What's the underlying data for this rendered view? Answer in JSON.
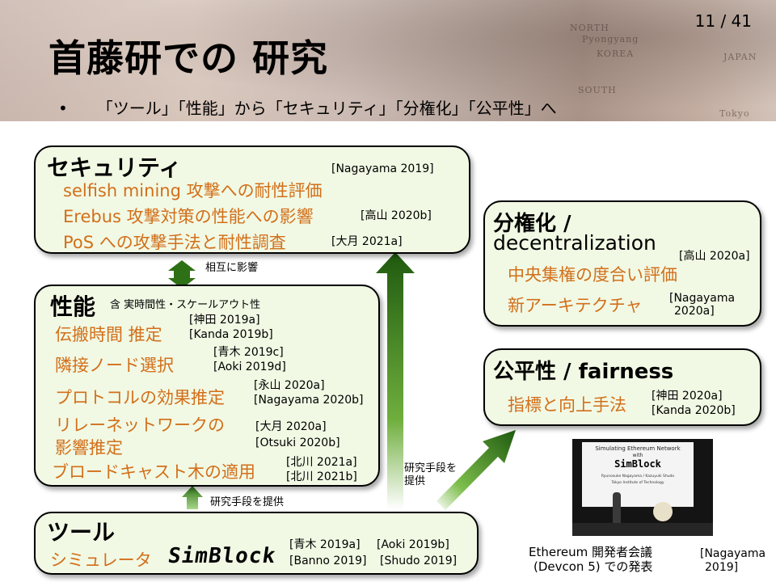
{
  "slide": {
    "page_number": "11 / 41",
    "title": "首藤研での 研究",
    "bullet": "「ツール」「性能」から「セキュリティ」「分権化」「公平性」へ"
  },
  "background_map_labels": [
    "NORTH",
    "Pyongyang",
    "KOREA",
    "JAPAN",
    "SOUTH",
    "Tokyo"
  ],
  "security": {
    "title": "セキュリティ",
    "ref_main": "[Nagayama 2019]",
    "items": [
      {
        "text": "selfish mining 攻撃への耐性評価",
        "ref": ""
      },
      {
        "text": "Erebus 攻撃対策の性能への影響",
        "ref": "[高山 2020b]"
      },
      {
        "text": "PoS への攻撃手法と耐性調査",
        "ref": "[大月 2021a]"
      }
    ]
  },
  "mutual_label": "相互に影響",
  "performance": {
    "title": "性能",
    "subtitle": "含 実時間性・スケールアウト性",
    "items": [
      {
        "line1": "伝搬時間 推定",
        "line2": "",
        "ref1": "[神田 2019a]",
        "ref2": "[Kanda 2019b]"
      },
      {
        "line1": "隣接ノード選択",
        "line2": "",
        "ref1": "[青木 2019c]",
        "ref2": "[Aoki 2019d]"
      },
      {
        "line1": "プロトコルの効果推定",
        "line2": "",
        "ref1": "[永山 2020a]",
        "ref2": "[Nagayama 2020b]"
      },
      {
        "line1": "リレーネットワークの",
        "line2": "影響推定",
        "ref1": "[大月 2020a]",
        "ref2": "[Otsuki 2020b]"
      },
      {
        "line1": "ブロードキャスト木の適用",
        "line2": "",
        "ref1": "[北川 2021a]",
        "ref2": "[北川 2021b]"
      }
    ]
  },
  "tool_label_left": "研究手段を提供",
  "tool_label_right_line1": "研究手段を",
  "tool_label_right_line2": "提供",
  "tools": {
    "title": "ツール",
    "item": "シミュレータ",
    "logo": "SimBlock",
    "refs": [
      "[青木 2019a]",
      "[Aoki 2019b]",
      "[Banno 2019]",
      "[Shudo 2019]"
    ]
  },
  "decentralization": {
    "title_line1": "分権化 /",
    "title_line2": "decentralization",
    "ref_main": "[高山 2020a]",
    "items": [
      {
        "text": "中央集権の度合い評価",
        "ref1": "",
        "ref2": ""
      },
      {
        "text": "新アーキテクチャ",
        "ref1": "[Nagayama",
        "ref2": "2020a]"
      }
    ]
  },
  "fairness": {
    "title": "公平性 / fairness",
    "item": "指標と向上手法",
    "ref1": "[神田 2020a]",
    "ref2": "[Kanda 2020b]"
  },
  "photo": {
    "screen_line1": "Simulating Ethereum Network",
    "screen_line2": "with",
    "screen_logo": "SimBlock",
    "screen_names": "Ryunosuke Nagayama / Kazuyuki Shudo",
    "screen_affil": "Tokyo Institute of Technology",
    "caption_line1": "Ethereum 開発者会議",
    "caption_line2": "(Devcon 5) での発表",
    "ref1": "[Nagayama",
    "ref2": "2019]"
  },
  "colors": {
    "box_fill": "#f1f9e4",
    "accent_orange": "#d26f1a",
    "arrow_green_dark": "#1f5a0f",
    "arrow_green_light": "#7cc24a"
  }
}
